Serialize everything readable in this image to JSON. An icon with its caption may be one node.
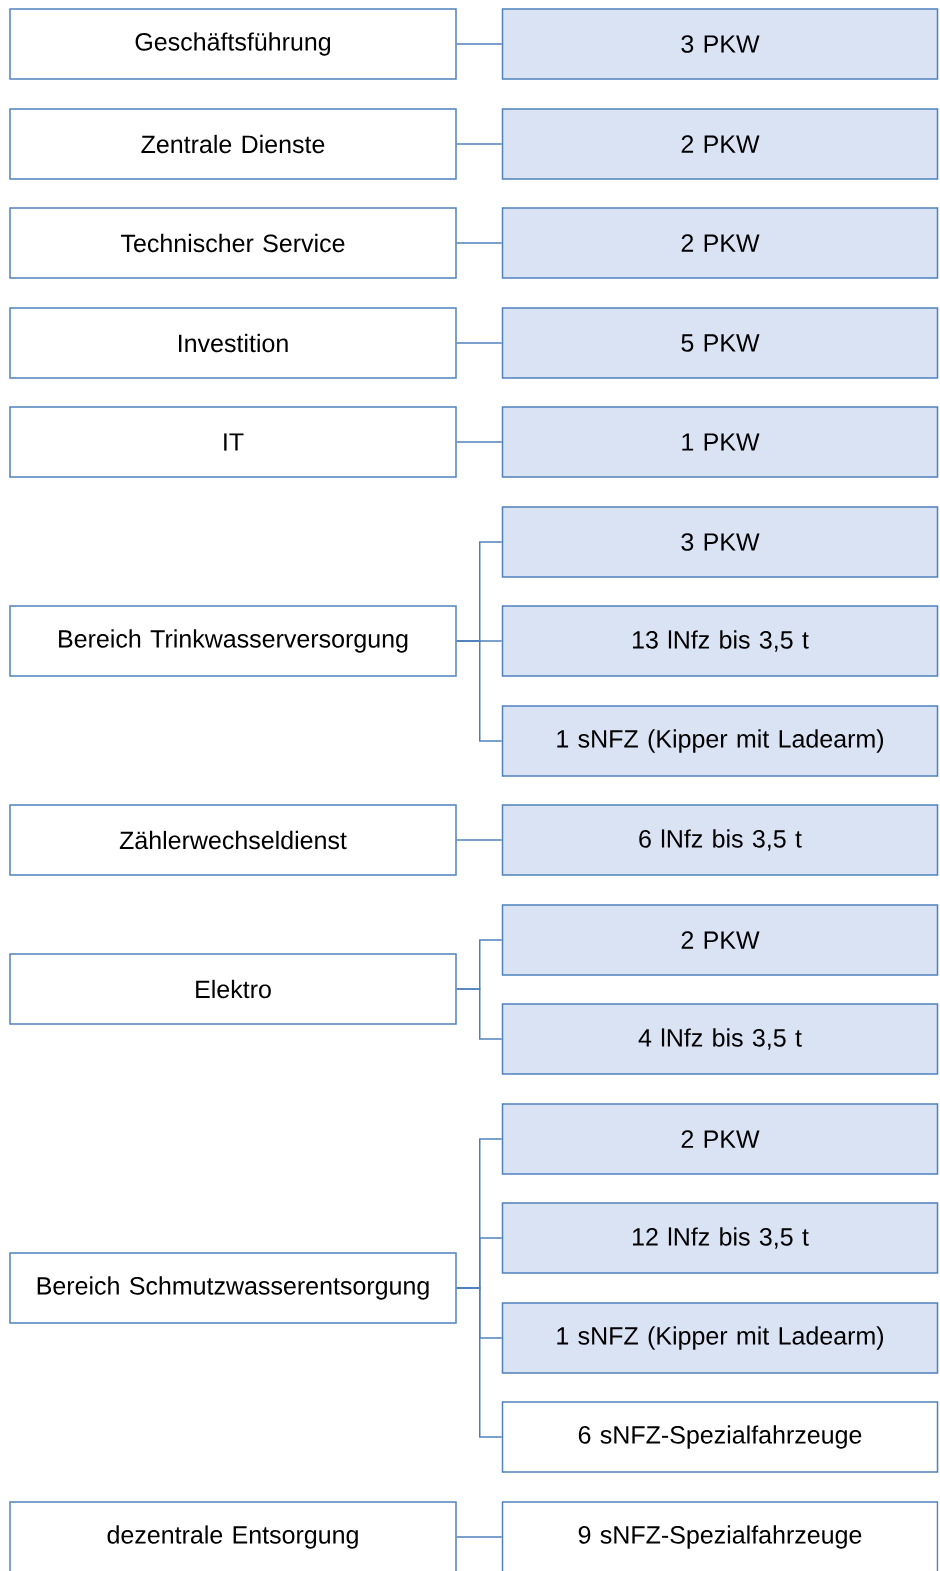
{
  "diagram": {
    "nodes": [
      {
        "text": [
          "Geschäftsführung"
        ]
      },
      {
        "text": [
          "3 PKW"
        ]
      },
      {
        "text": [
          "Zentrale Dienste"
        ]
      },
      {
        "text": [
          "2 PKW"
        ]
      },
      {
        "text": [
          "Technischer Service"
        ]
      },
      {
        "text": [
          "2 PKW"
        ]
      },
      {
        "text": [
          "Investition"
        ]
      },
      {
        "text": [
          "5 PKW"
        ]
      },
      {
        "text": [
          "IT"
        ]
      },
      {
        "text": [
          "1 PKW"
        ]
      },
      {
        "text": [
          "Bereich Trinkwasserversorgung"
        ]
      },
      {
        "text": [
          "3 PKW"
        ]
      },
      {
        "text": [
          "13 lNfz bis 3,5 t"
        ]
      },
      {
        "text": [
          "1 sNFZ (Kipper mit Ladearm)"
        ]
      },
      {
        "text": [
          "Zählerwechseldienst"
        ]
      },
      {
        "text": [
          "6 lNfz bis 3,5 t"
        ]
      },
      {
        "text": [
          "Elektro"
        ]
      },
      {
        "text": [
          "2 PKW"
        ]
      },
      {
        "text": [
          "4 lNfz bis 3,5 t"
        ]
      },
      {
        "text": [
          "Bereich Schmutzwasserentsorgung"
        ]
      },
      {
        "text": [
          "2 PKW"
        ]
      },
      {
        "text": [
          "12 lNfz bis 3,5 t"
        ]
      },
      {
        "text": [
          "1 sNFZ (Kipper mit Ladearm)"
        ]
      },
      {
        "text": [
          "6 sNFZ-Spezialfahrzeuge"
        ]
      },
      {
        "text": [
          "dezentrale Entsorgung"
        ]
      },
      {
        "text": [
          "9 sNFZ-Spezialfahrzeuge"
        ]
      }
    ],
    "edges": [
      {
        "from": 0,
        "to": 1,
        "arrow": "none"
      },
      {
        "from": 2,
        "to": 3,
        "arrow": "none"
      },
      {
        "from": 4,
        "to": 5,
        "arrow": "none"
      },
      {
        "from": 6,
        "to": 7,
        "arrow": "none"
      },
      {
        "from": 8,
        "to": 9,
        "arrow": "none"
      },
      {
        "from": 10,
        "to": 11,
        "arrow": "none"
      },
      {
        "from": 10,
        "to": 12,
        "arrow": "none"
      },
      {
        "from": 10,
        "to": 13,
        "arrow": "none"
      },
      {
        "from": 14,
        "to": 15,
        "arrow": "none"
      },
      {
        "from": 16,
        "to": 17,
        "arrow": "none"
      },
      {
        "from": 16,
        "to": 18,
        "arrow": "none"
      },
      {
        "from": 19,
        "to": 20,
        "arrow": "none"
      },
      {
        "from": 19,
        "to": 21,
        "arrow": "none"
      },
      {
        "from": 19,
        "to": 22,
        "arrow": "none"
      },
      {
        "from": 19,
        "to": 23,
        "arrow": "none"
      },
      {
        "from": 24,
        "to": 25,
        "arrow": "none"
      }
    ]
  }
}
